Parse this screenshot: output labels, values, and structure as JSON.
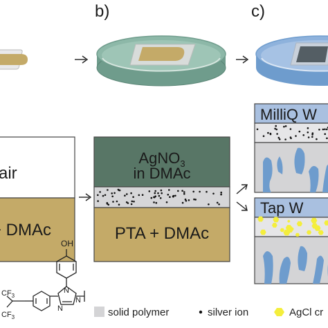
{
  "panels": {
    "b": {
      "label": "b)"
    },
    "c": {
      "label": "c)"
    }
  },
  "boxes": {
    "left": {
      "top_text": "air",
      "bottom_text": "+ DMAc"
    },
    "middle": {
      "top_text_main": "AgNO",
      "top_text_sub": "3",
      "top_text_line2": "in DMAc",
      "bottom_text": "PTA + DMAc"
    },
    "right_top": {
      "title": "MilliQ W"
    },
    "right_bottom": {
      "title": "Tap W"
    }
  },
  "legend": {
    "items": [
      {
        "label": "solid polymer",
        "icon": "gray-square"
      },
      {
        "label": "silver ion",
        "icon": "black-dot"
      },
      {
        "label": "AgCl cr",
        "icon": "yellow-hexagon"
      }
    ]
  },
  "chemistry": {
    "oh": "OH",
    "cf3_top": "CF",
    "cf3_top_sub": "3",
    "cf3_bottom": "CF",
    "cf3_bottom_sub": "3",
    "n": "N"
  },
  "colors": {
    "polymer_gold": "#c4aa68",
    "agno3_green": "#587666",
    "dish_green": "#6f9c8c",
    "water_blue": "#a9c0e0",
    "water_blue_dark": "#6e9ccd",
    "gray_polymer": "#d4d4d6",
    "agcl_yellow": "#f4ee3c"
  }
}
